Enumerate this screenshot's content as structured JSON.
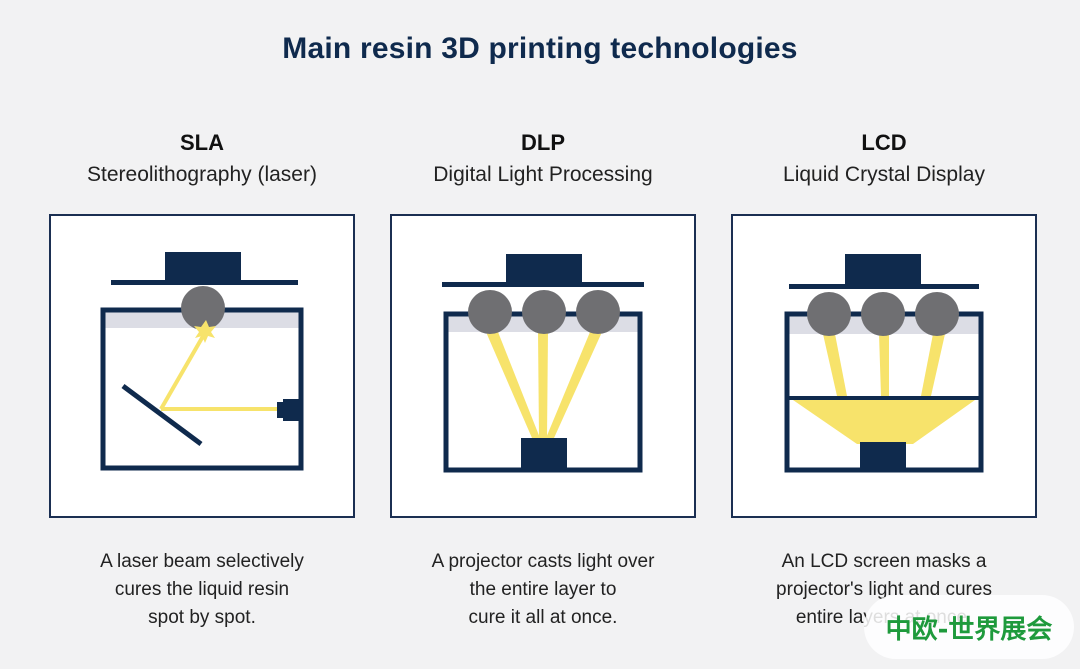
{
  "title": "Main resin 3D printing technologies",
  "columns": [
    {
      "abbr": "SLA",
      "full_name": "Stereolithography (laser)",
      "description": [
        "A laser beam selectively",
        "cures the liquid resin",
        "spot by spot."
      ],
      "diagram_icon": "laser-mirror-diagram"
    },
    {
      "abbr": "DLP",
      "full_name": "Digital Light Processing",
      "description": [
        "A projector casts light over",
        "the entire layer to",
        "cure it all at once."
      ],
      "diagram_icon": "projector-diagram"
    },
    {
      "abbr": "LCD",
      "full_name": "Liquid Crystal Display",
      "description": [
        "An LCD screen masks a",
        "projector's light and cures",
        "entire layers at once."
      ],
      "diagram_icon": "lcd-mask-diagram"
    }
  ],
  "watermark": "中欧-世界展会",
  "colors": {
    "navy": "#0f2a4d",
    "frame": "#1b2f52",
    "light_beam": "#f7e36b",
    "resin": "#dcdde5",
    "cured_spot": "#6f6f72",
    "background": "#f2f2f3"
  }
}
